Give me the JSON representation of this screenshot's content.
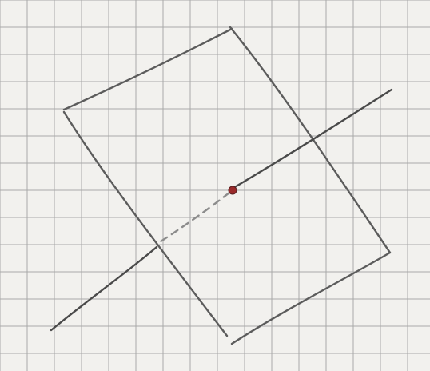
{
  "paper": {
    "style": "graph-paper-grid",
    "background_color": "#f2f1ee",
    "grid_color": "#a9a9a9"
  },
  "drawing": {
    "parallelogram": {
      "color": "#5c5c5c",
      "style": "hand-drawn"
    },
    "line": {
      "color": "#4a4a4a",
      "segments": [
        "solid",
        "dashed-hidden",
        "solid"
      ]
    },
    "intersection_point": {
      "color": "#9a2a2a"
    }
  }
}
